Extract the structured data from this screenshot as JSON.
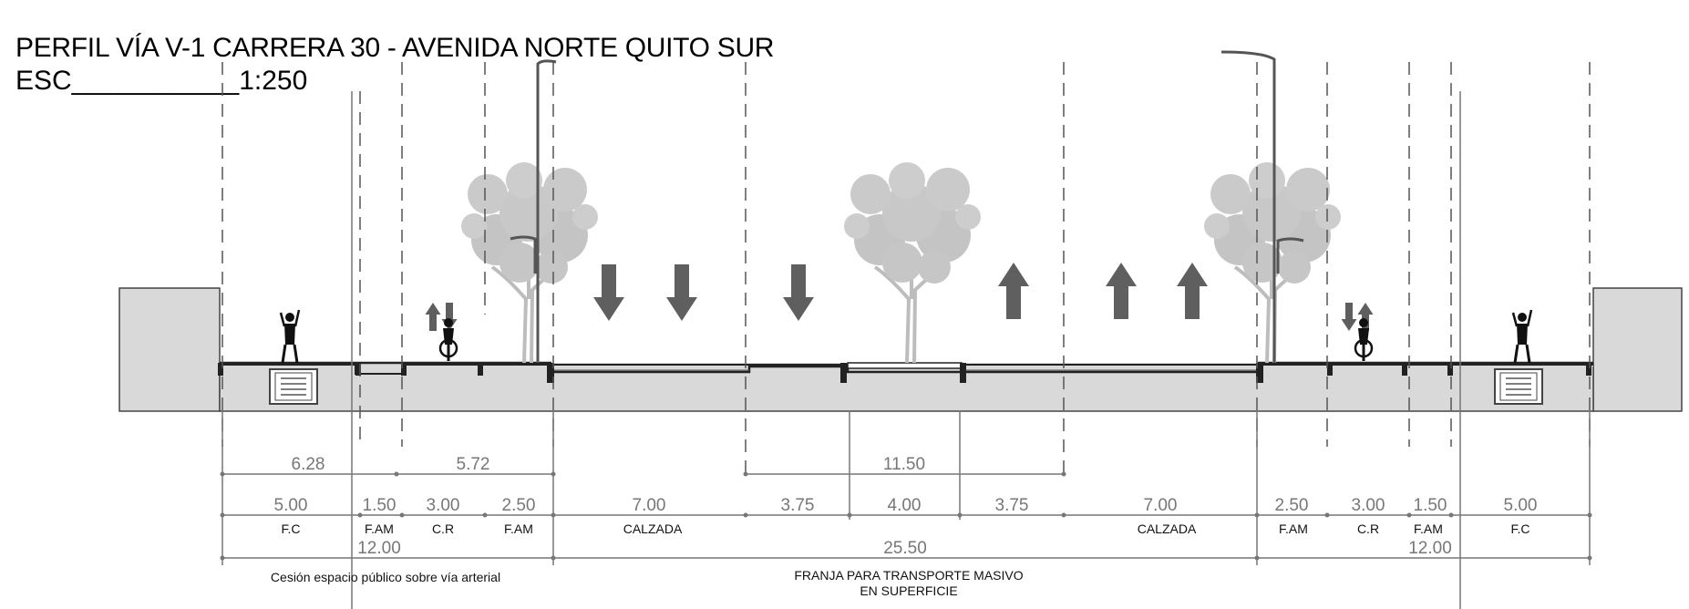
{
  "title": "PERFIL VÍA V-1 CARRERA 30 - AVENIDA NORTE QUITO SUR",
  "scale": "ESC___________1:250",
  "dimensions": {
    "row1": [
      "6.28",
      "5.72",
      "11.50"
    ],
    "row2": [
      "5.00",
      "1.50",
      "3.00",
      "2.50",
      "7.00",
      "3.75",
      "4.00",
      "3.75",
      "7.00",
      "2.50",
      "3.00",
      "1.50",
      "5.00"
    ],
    "row3": [
      "12.00",
      "25.50",
      "12.00"
    ]
  },
  "labels": [
    "F.C",
    "F.AM",
    "C.R",
    "F.AM",
    "CALZADA",
    "CALZADA",
    "F.AM",
    "C.R",
    "F.AM",
    "F.C"
  ],
  "notes": {
    "left": "Cesión espacio público sobre vía arterial",
    "center_line1": "FRANJA PARA TRANSPORTE MASIVO",
    "center_line2": "EN SUPERFICIE"
  },
  "colors": {
    "ground": "#d9d9d9",
    "tree": "#bdbdbd",
    "arrow": "#5f5f5f",
    "line": "#444444",
    "dim_text": "#777777"
  }
}
